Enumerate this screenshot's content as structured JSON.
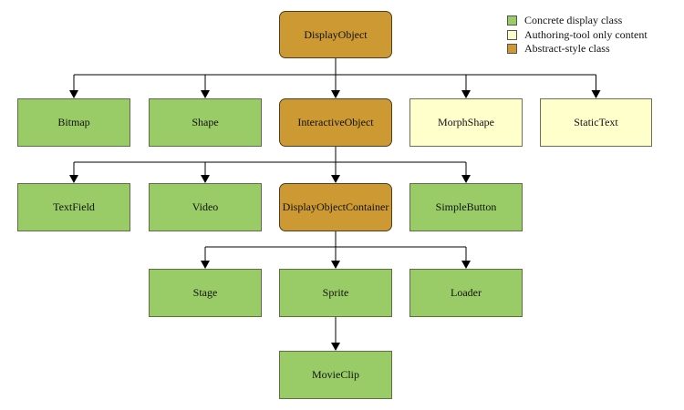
{
  "colors": {
    "concrete": "#99cc66",
    "authoring": "#ffffcc",
    "abstract": "#cc9933",
    "connector": "#000000"
  },
  "legend": [
    {
      "label": "Concrete display class",
      "kind": "concrete"
    },
    {
      "label": "Authoring-tool only content",
      "kind": "authoring"
    },
    {
      "label": "Abstract-style class",
      "kind": "abstract"
    }
  ],
  "nodes": {
    "display_object": {
      "label": "DisplayObject",
      "kind": "abstract"
    },
    "bitmap": {
      "label": "Bitmap",
      "kind": "concrete"
    },
    "shape": {
      "label": "Shape",
      "kind": "concrete"
    },
    "interactive_object": {
      "label": "InteractiveObject",
      "kind": "abstract"
    },
    "morph_shape": {
      "label": "MorphShape",
      "kind": "authoring"
    },
    "static_text": {
      "label": "StaticText",
      "kind": "authoring"
    },
    "text_field": {
      "label": "TextField",
      "kind": "concrete"
    },
    "video": {
      "label": "Video",
      "kind": "concrete"
    },
    "display_object_container": {
      "label": "DisplayObjectContainer",
      "kind": "abstract"
    },
    "simple_button": {
      "label": "SimpleButton",
      "kind": "concrete"
    },
    "stage": {
      "label": "Stage",
      "kind": "concrete"
    },
    "sprite": {
      "label": "Sprite",
      "kind": "concrete"
    },
    "loader": {
      "label": "Loader",
      "kind": "concrete"
    },
    "movie_clip": {
      "label": "MovieClip",
      "kind": "concrete"
    }
  },
  "edges": [
    {
      "from": "display_object",
      "to": [
        "bitmap",
        "shape",
        "interactive_object",
        "morph_shape",
        "static_text"
      ]
    },
    {
      "from": "interactive_object",
      "to": [
        "text_field",
        "video",
        "display_object_container",
        "simple_button"
      ]
    },
    {
      "from": "display_object_container",
      "to": [
        "stage",
        "sprite",
        "loader"
      ]
    },
    {
      "from": "sprite",
      "to": [
        "movie_clip"
      ]
    }
  ]
}
